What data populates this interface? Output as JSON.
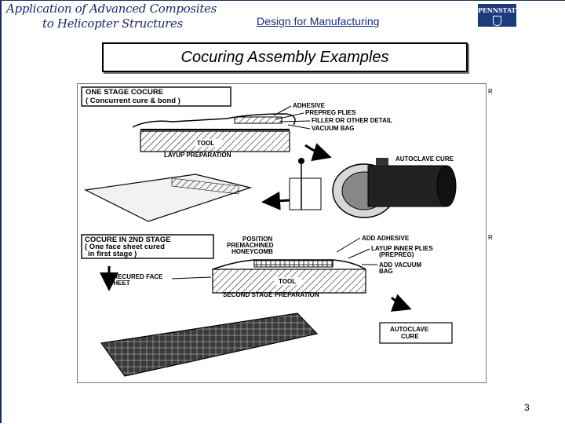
{
  "header": {
    "course_title_line1": "Application of Advanced Composites",
    "course_title_line2": "to Helicopter Structures",
    "center_link": "Design for Manufacturing",
    "logo_text": "PENNSTATE"
  },
  "slide": {
    "title": "Cocuring Assembly Examples",
    "page_number": "3"
  },
  "figure": {
    "edge_fragments": [
      "R",
      "R"
    ],
    "stage1": {
      "title_line1": "ONE STAGE COCURE",
      "title_line2": "( Concurrent cure & bond )",
      "labels": {
        "adhesive": "ADHESIVE",
        "prepreg_plies": "PREPREG PLIES",
        "filler": "FILLER OR OTHER DETAIL",
        "vacuum_bag": "VACUUM BAG",
        "tool": "TOOL",
        "layup_prep": "LAYUP PREPARATION",
        "autoclave_cure": "AUTOCLAVE CURE"
      }
    },
    "stage2": {
      "title_line1": "COCURE IN 2ND STAGE",
      "title_line2": "( One face sheet cured",
      "title_line3": "in first stage )",
      "labels": {
        "position_honeycomb_1": "POSITION",
        "position_honeycomb_2": "PREMACHINED",
        "position_honeycomb_3": "HONEYCOMB",
        "add_adhesive": "ADD ADHESIVE",
        "layup_inner_1": "LAYUP INNER PLIES",
        "layup_inner_2": "(PREPREG)",
        "add_vacuum_1": "ADD VACUUM",
        "add_vacuum_2": "BAG",
        "precured_1": "PRECURED FACE",
        "precured_2": "SHEET",
        "tool": "TOOL",
        "second_stage_prep": "SECOND STAGE PREPARATION",
        "autoclave_1": "AUTOCLAVE",
        "autoclave_2": "CURE"
      }
    }
  }
}
